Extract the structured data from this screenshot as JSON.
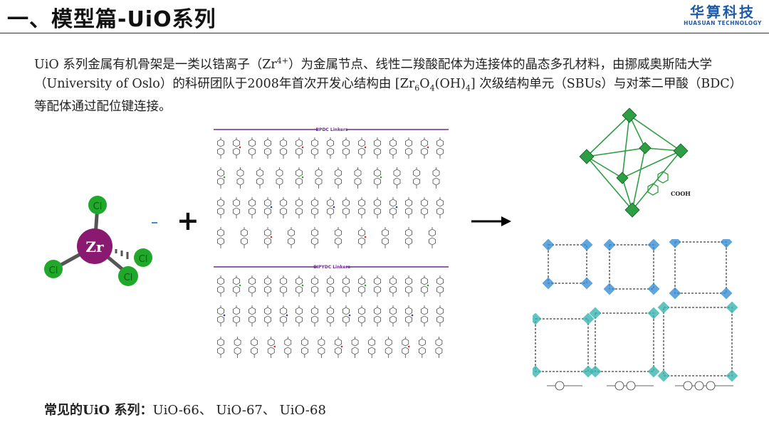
{
  "header": {
    "title": "一、模型篇-UiO系列",
    "logo_cn": "华算科技",
    "logo_en": "HUASUAN TECHNOLOGY"
  },
  "intro": {
    "part1": "UiO 系列金属有机骨架是一类以锆离子（Zr",
    "sup1": "4+",
    "part2": "）为金属节点、线性二羧酸配体为连接体的晶态多孔材料，由挪威奥斯陆大学（University of Oslo）的科研团队于2008年首次开发心结构由 [Zr",
    "sub1": "6",
    "part3": "O",
    "sub2": "4",
    "part4": "(OH)",
    "sub3": "4",
    "part5": "] 次级结构单元（SBUs）与对苯二甲酸（BDC）等配体通过配位键连接。"
  },
  "molecule": {
    "center": "Zr",
    "ligand": "Cl"
  },
  "linkers": {
    "top_header": "BPDC Linkers",
    "bottom_header": "BIPYDC Linkers"
  },
  "cage": {
    "label": "COOH"
  },
  "operator": "+",
  "footer": {
    "label": "常见的UiO 系列：",
    "values": "UiO-66、 UiO-67、 UiO-68"
  },
  "colors": {
    "logo": "#1e5aa8",
    "zr": "#8a1a6f",
    "cl": "#1fa82a",
    "linker_header": "#6a2c8f",
    "cluster_green": "#2e9e45",
    "cluster_blue": "#3a8fd6"
  }
}
